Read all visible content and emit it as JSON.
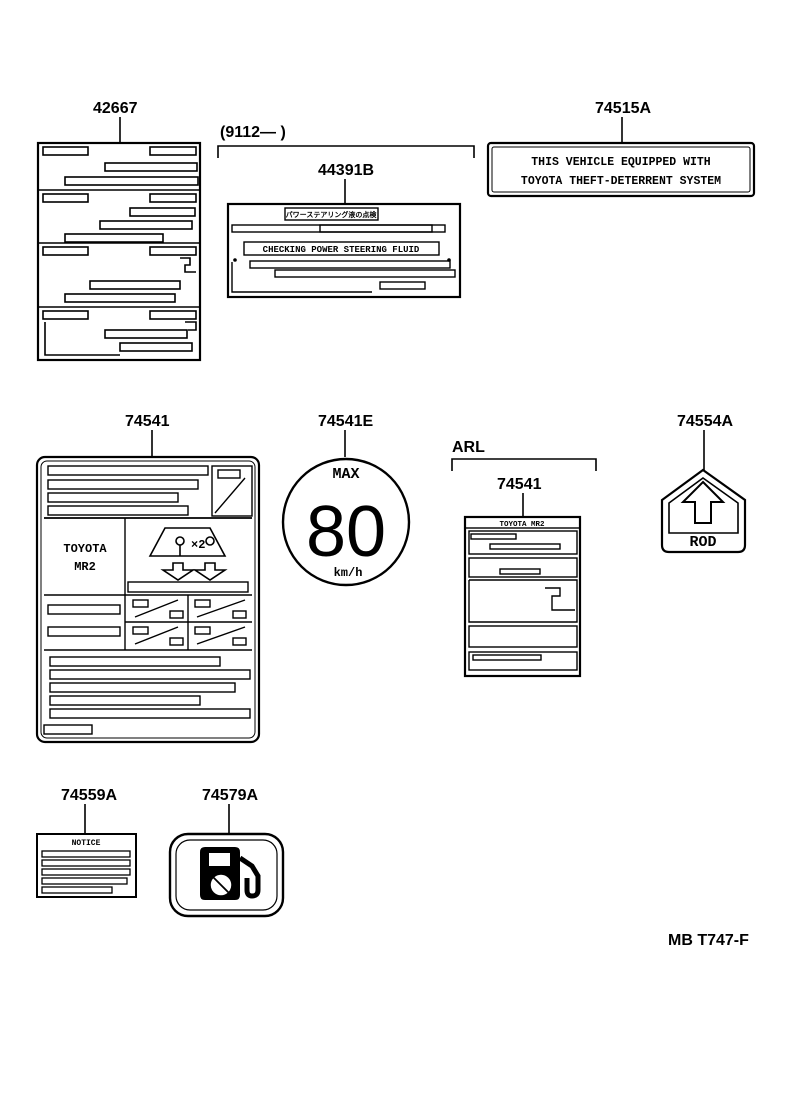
{
  "parts": {
    "p42667": "42667",
    "p44391b": "44391B",
    "p74515a": "74515A",
    "p74541_main": "74541",
    "p74541e": "74541E",
    "p74554a": "74554A",
    "p74541_arl": "74541",
    "p74559a": "74559A",
    "p74579a": "74579A"
  },
  "brackets": {
    "date_range": "(9112—        )",
    "arl": "ARL"
  },
  "labels": {
    "theft_line1": "THIS VEHICLE EQUIPPED WITH",
    "theft_line2": "TOYOTA THEFT-DETERRENT SYSTEM",
    "jp_header": "パワーステアリング液の点検",
    "steering_fluid": "CHECKING POWER STEERING FLUID",
    "toyota": "TOYOTA",
    "mr2": "MR2",
    "times2": "×2",
    "max": "MAX",
    "speed": "80",
    "kmh": "km/h",
    "arl_header": "TOYOTA MR2",
    "rod": "ROD",
    "notice": "NOTICE"
  },
  "drawing_code": "MB T747-F"
}
